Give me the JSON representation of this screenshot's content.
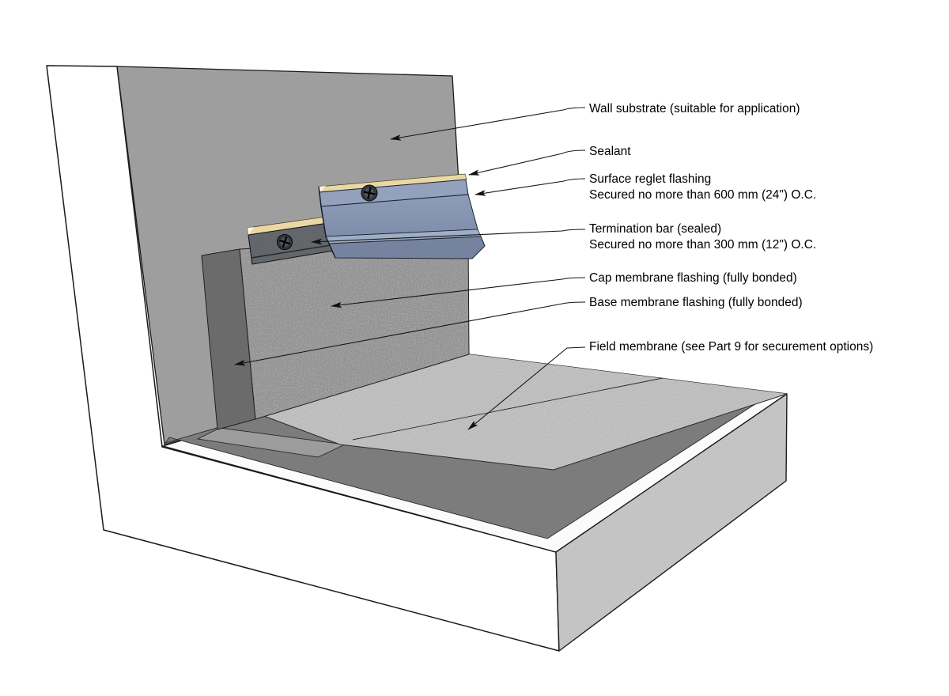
{
  "figure": {
    "type": "construction-detail-isometric",
    "background": "#FFFFFF",
    "outline": "#1A1A1A"
  },
  "labels": {
    "wall_substrate": {
      "text": "Wall substrate (suitable for application)"
    },
    "sealant": {
      "text": "Sealant"
    },
    "surface_reglet": {
      "text": "Surface reglet flashing",
      "line2": "Secured no more than 600 mm (24\") O.C."
    },
    "termination_bar": {
      "text": "Termination bar (sealed)",
      "line2": "Secured no more than 300 mm (12\") O.C."
    },
    "cap_membrane": {
      "text": "Cap membrane flashing (fully bonded)"
    },
    "base_membrane": {
      "text": "Base membrane flashing (fully bonded)"
    },
    "field_membrane": {
      "text": "Field membrane (see Part 9 for securement options)"
    }
  },
  "colors": {
    "white_block": "#FFFFFF",
    "wall_substrate": "#9E9E9E",
    "deck_top": "#FBFBFB",
    "deck_side": "#C4C4C4",
    "deck_border_sheet": "#7C7C7C",
    "base_sheet_corner": "#9C9C9C",
    "base_membrane": "#6B6B6B",
    "cap_membrane": "#8C8C8C",
    "field_membrane": "#B2B2B2",
    "termination_bar": "#5F6468",
    "reglet_upper": "#93A1BC",
    "reglet_face": "#8796B2",
    "reglet_fold": "#9FADC6",
    "reglet_drip": "#7683A0",
    "sealant": "#EAD7A6",
    "sealant_tip": "#FCF6E2",
    "screw": "#34383D"
  }
}
